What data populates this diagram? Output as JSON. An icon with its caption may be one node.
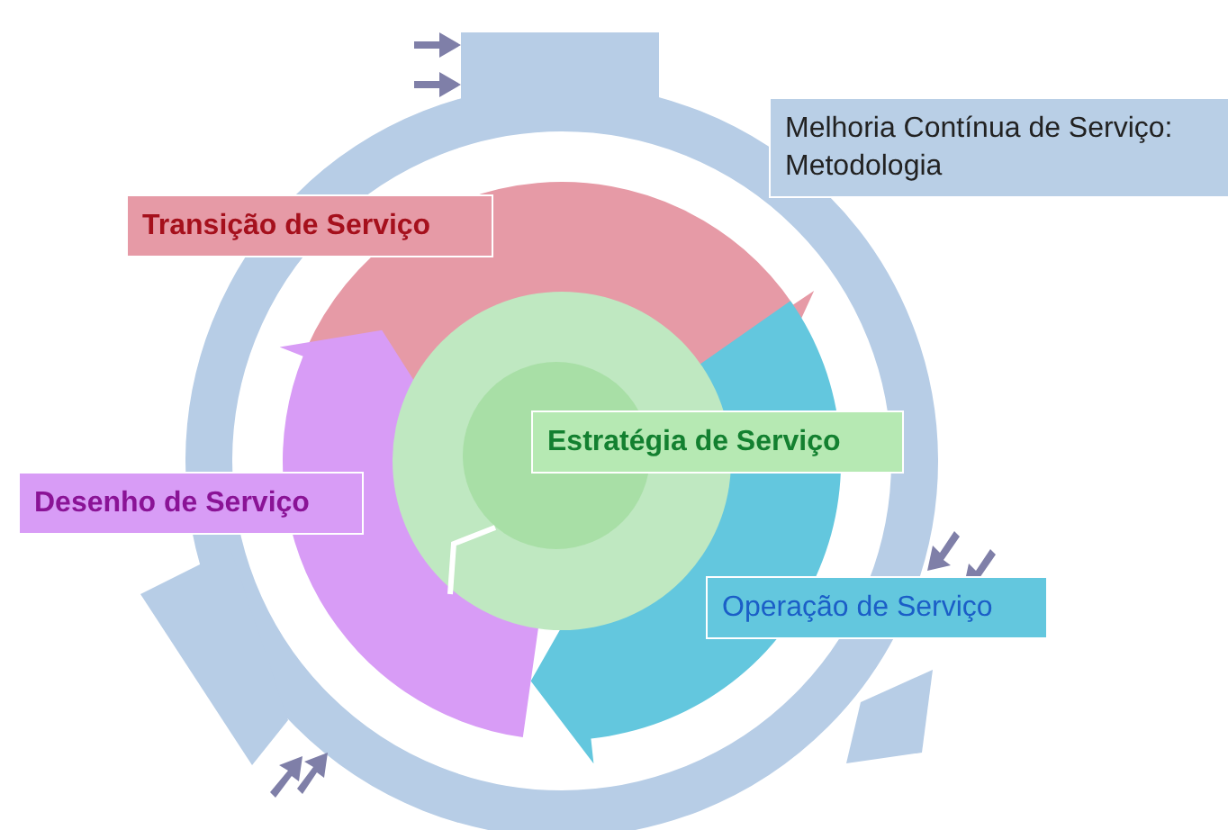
{
  "diagram": {
    "nodes": [
      {
        "text": [
          "Melhoria Contínua de Serviço: Metodologia"
        ]
      },
      {
        "text": [
          "Transição de Serviço"
        ]
      },
      {
        "text": [
          "Estratégia de Serviço"
        ]
      },
      {
        "text": [
          "Desenho de Serviço"
        ]
      },
      {
        "text": [
          "Operação de Serviço"
        ]
      }
    ]
  }
}
